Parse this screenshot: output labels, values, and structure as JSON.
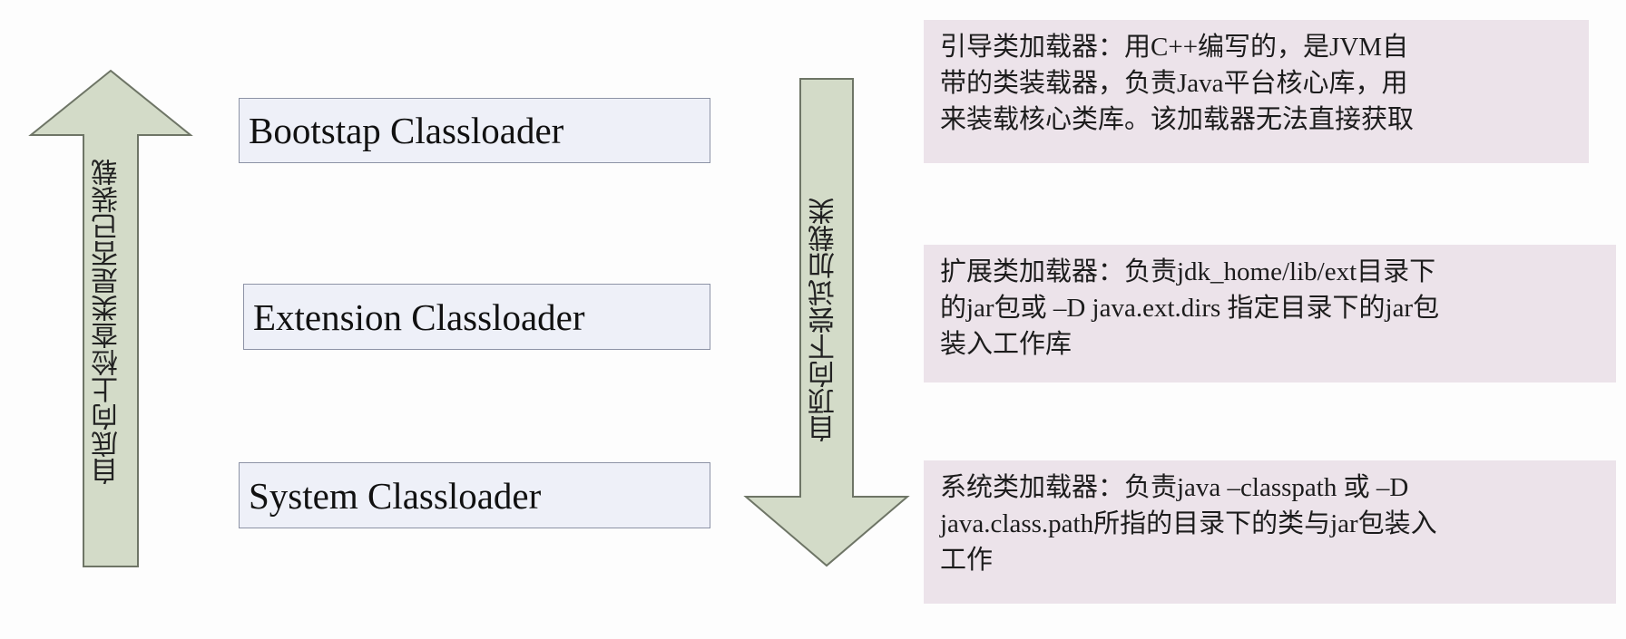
{
  "arrows": {
    "up_label": "自底向上检查类是否已装载",
    "down_label": "自顶向下尝试加载类",
    "fill_color": "#d3dbc8",
    "stroke_color": "#6e7566"
  },
  "loaders": [
    {
      "name": "Bootstap Classloader"
    },
    {
      "name": "Extension Classloader"
    },
    {
      "name": "System Classloader"
    }
  ],
  "descriptions": [
    {
      "lines": [
        "引导类加载器：用C++编写的，是JVM自",
        "带的类装载器，负责Java平台核心库，用",
        "来装载核心类库。该加载器无法直接获取"
      ]
    },
    {
      "lines": [
        "扩展类加载器：负责jdk_home/lib/ext目录下",
        "的jar包或 –D java.ext.dirs 指定目录下的jar包",
        "装入工作库"
      ]
    },
    {
      "lines": [
        "系统类加载器：负责java –classpath 或 –D",
        "java.class.path所指的目录下的类与jar包装入",
        "工作"
      ]
    }
  ],
  "colors": {
    "loader_box_bg": "#eef0f8",
    "description_bg": "#ece3ea"
  }
}
